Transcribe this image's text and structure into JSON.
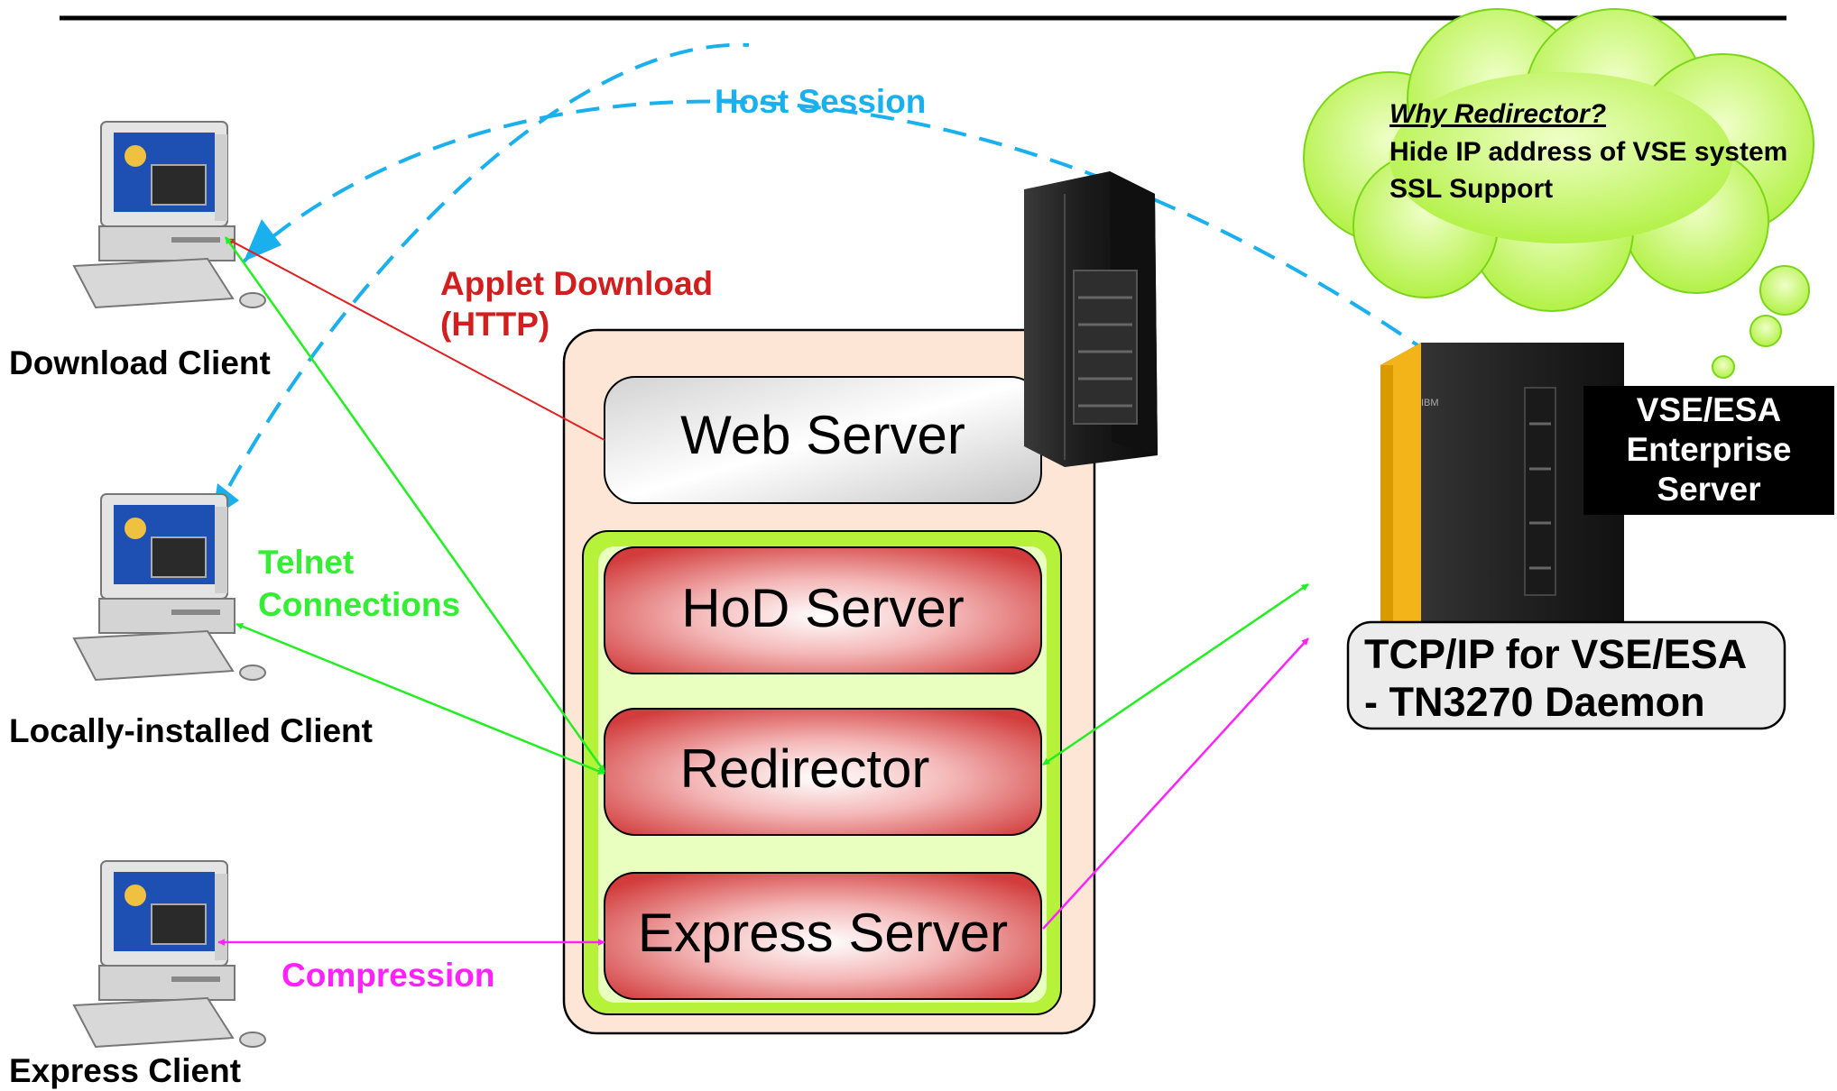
{
  "clients": {
    "download": "Download Client",
    "local": "Locally-installed Client",
    "express": "Express Client"
  },
  "connections": {
    "host_session": "Host Session",
    "applet_download_line1": "Applet Download",
    "applet_download_line2": "(HTTP)",
    "telnet_line1": "Telnet",
    "telnet_line2": "Connections",
    "compression": "Compression"
  },
  "servers": {
    "web": "Web Server",
    "hod": "HoD Server",
    "redirector": "Redirector",
    "express": "Express Server"
  },
  "cloud": {
    "title": "Why Redirector?",
    "line1": "Hide IP address of VSE system",
    "line2": "SSL Support"
  },
  "vse": {
    "label_line1": "VSE/ESA",
    "label_line2": "Enterprise",
    "label_line3": "Server",
    "tcpip_line1": "TCP/IP for VSE/ESA",
    "tcpip_line2": "- TN3270 Daemon",
    "ibm_badge": "IBM"
  },
  "colors": {
    "host_session": "#1ab0ee",
    "applet": "#e02020",
    "telnet": "#22ee22",
    "compression": "#ff22ff",
    "cloud": "#ccff66"
  }
}
